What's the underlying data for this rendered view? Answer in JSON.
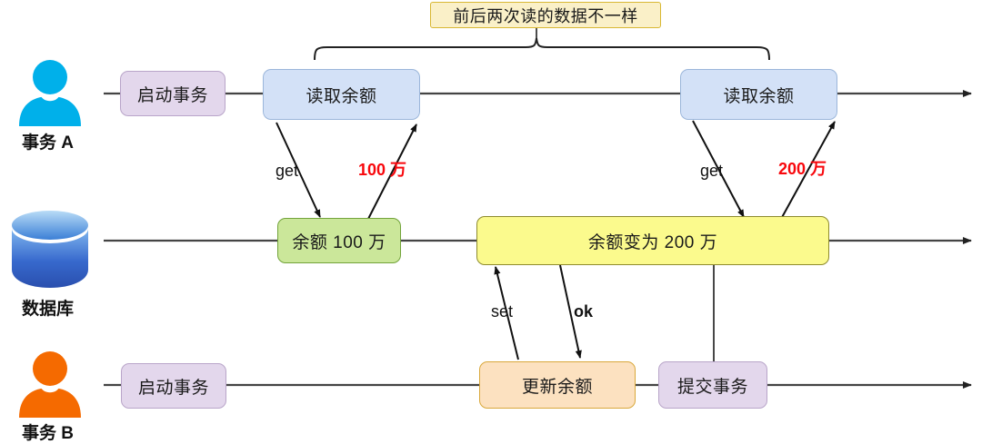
{
  "diagram": {
    "title_callout": "前后两次读的数据不一样",
    "lanes": [
      {
        "id": "lane-a",
        "actor_label": "事务 A",
        "actor_icon": "person-icon",
        "icon_color": "#00b0ea"
      },
      {
        "id": "lane-db",
        "actor_label": "数据库",
        "actor_icon": "database-icon",
        "icon_color": "#2a5fd0"
      },
      {
        "id": "lane-b",
        "actor_label": "事务 B",
        "actor_icon": "person-icon",
        "icon_color": "#f56a00"
      }
    ],
    "nodes": {
      "a_start": "启动事务",
      "a_read1": "读取余额",
      "a_read2": "读取余额",
      "db_bal100": "余额 100 万",
      "db_bal200": "余额变为 200 万",
      "b_start": "启动事务",
      "b_update": "更新余额",
      "b_commit": "提交事务"
    },
    "edge_labels": {
      "get1": "get",
      "val1": "100 万",
      "get2": "get",
      "val2": "200 万",
      "set": "set",
      "ok": "ok"
    },
    "colors": {
      "purple_fill": "#e3d7ec",
      "purple_border": "#b9a5c9",
      "blue_fill": "#d3e1f7",
      "blue_border": "#9bb6da",
      "green_fill": "#cbe79a",
      "green_border": "#72a33a",
      "yellow_fill": "#fbfa8d",
      "yellow_border": "#8e8b2e",
      "orange_fill": "#fce1c0",
      "orange_border": "#d9a83b",
      "callout_fill": "#faf0c8",
      "callout_border": "#d8b733",
      "red_text": "#f8070c",
      "line": "#444444"
    }
  }
}
